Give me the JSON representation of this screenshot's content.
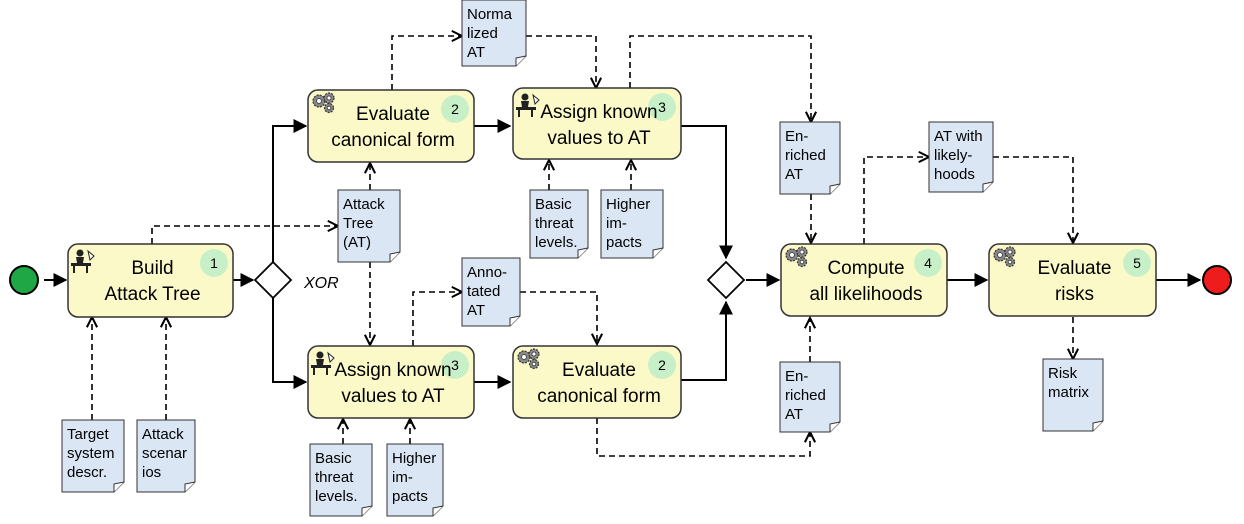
{
  "colors": {
    "task_fill": "#fcf9c8",
    "task_stroke": "#333333",
    "badge_fill": "#c8f0c8",
    "doc_fill": "#dbe6f4",
    "doc_stroke": "#333333",
    "start_fill": "#1fa745",
    "end_fill": "#ee1c1c",
    "line": "#000000"
  },
  "events": {
    "start": {
      "icon": "start-event"
    },
    "end": {
      "icon": "end-event"
    }
  },
  "tasks": [
    {
      "id": "build",
      "lines": [
        "Build",
        "Attack Tree"
      ],
      "badge": "1",
      "icon": "manual-worker-icon"
    },
    {
      "id": "eval1",
      "lines": [
        "Evaluate",
        "canonical form"
      ],
      "badge": "2",
      "icon": "gears-icon"
    },
    {
      "id": "assign1",
      "lines": [
        "Assign known",
        "values to AT"
      ],
      "badge": "3",
      "icon": "manual-worker-icon"
    },
    {
      "id": "assign2",
      "lines": [
        "Assign known",
        "values to AT"
      ],
      "badge": "3",
      "icon": "manual-worker-icon"
    },
    {
      "id": "eval2",
      "lines": [
        "Evaluate",
        "canonical form"
      ],
      "badge": "2",
      "icon": "gears-icon"
    },
    {
      "id": "compute",
      "lines": [
        "Compute",
        "all likelihoods"
      ],
      "badge": "4",
      "icon": "gears-icon"
    },
    {
      "id": "risks",
      "lines": [
        "Evaluate",
        "risks"
      ],
      "badge": "5",
      "icon": "gears-icon"
    }
  ],
  "gateways": [
    {
      "id": "xor",
      "label": "XOR"
    },
    {
      "id": "join",
      "label": ""
    }
  ],
  "documents": [
    {
      "id": "target",
      "lines": [
        "Target",
        "system",
        "descr."
      ]
    },
    {
      "id": "scenarios",
      "lines": [
        "Attack",
        "scenar",
        "ios"
      ]
    },
    {
      "id": "at",
      "lines": [
        "Attack",
        "Tree",
        "(AT)"
      ]
    },
    {
      "id": "normalized",
      "lines": [
        "Norma",
        "lized",
        "AT"
      ]
    },
    {
      "id": "basic1",
      "lines": [
        "Basic",
        "threat",
        "levels."
      ]
    },
    {
      "id": "higher1",
      "lines": [
        "Higher",
        "im-",
        "pacts"
      ]
    },
    {
      "id": "annotated",
      "lines": [
        "Anno-",
        "tated",
        "AT"
      ]
    },
    {
      "id": "basic2",
      "lines": [
        "Basic",
        "threat",
        "levels."
      ]
    },
    {
      "id": "higher2",
      "lines": [
        "Higher",
        "im-",
        "pacts"
      ]
    },
    {
      "id": "enriched1",
      "lines": [
        "En-",
        "riched",
        "AT"
      ]
    },
    {
      "id": "enriched2",
      "lines": [
        "En-",
        "riched",
        "AT"
      ]
    },
    {
      "id": "likely",
      "lines": [
        "AT with",
        "likely-",
        "hoods"
      ]
    },
    {
      "id": "riskmatrix",
      "lines": [
        "Risk",
        "matrix"
      ]
    }
  ]
}
